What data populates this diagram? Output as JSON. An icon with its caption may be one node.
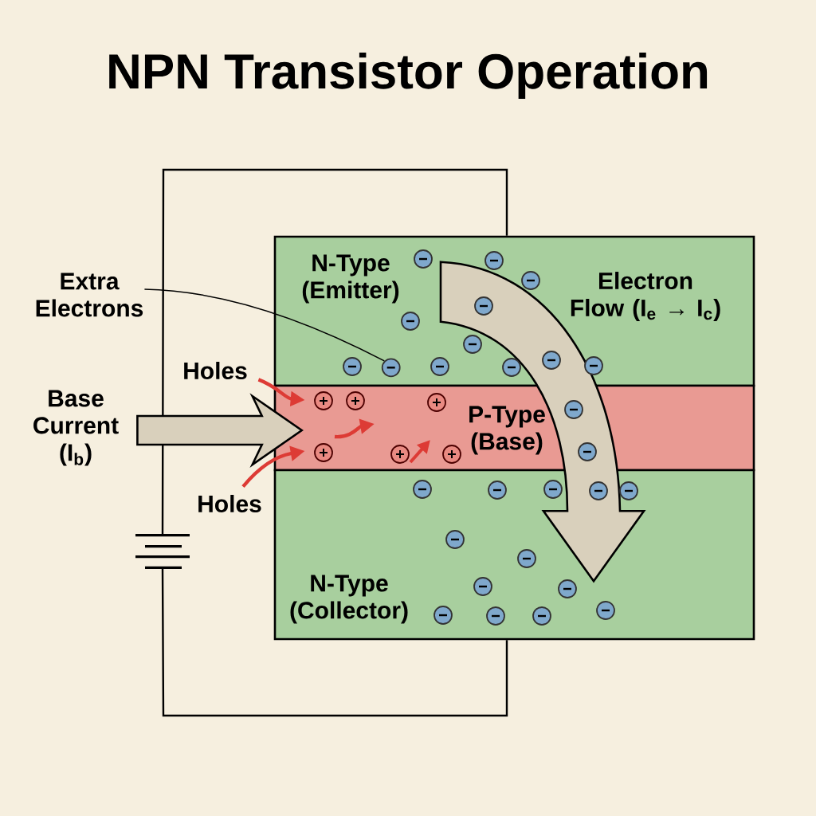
{
  "diagram": {
    "title": "NPN Transistor Operation",
    "nodes": [
      {
        "text": [
          "N-Type (Emitter)"
        ]
      },
      {
        "text": [
          "P-Type (Base)"
        ]
      },
      {
        "text": [
          "N-Type (Collector)"
        ]
      },
      {
        "text": [
          "Extra Electrons"
        ]
      },
      {
        "text": [],
        "shape": "circle",
        "in": 0
      },
      {
        "text": [
          "Holes"
        ]
      },
      {
        "text": [
          "Base Current (I$_{b}$)"
        ]
      },
      {
        "text": [
          "Holes"
        ]
      },
      {
        "text": [],
        "shape": "battery"
      }
    ],
    "edges": [
      {
        "from": 3,
        "to": 4,
        "arrow": "none",
        "color": "#000000"
      },
      {
        "from": 5,
        "to": 1,
        "arrow": "to",
        "style": "thick",
        "color": "#dd3b35"
      },
      {
        "from": 6,
        "to": 1,
        "arrow": "to",
        "style": "thick",
        "color": "#d9d0bc"
      },
      {
        "from": 7,
        "to": 1,
        "arrow": "to",
        "style": "thick",
        "color": "#dd3b35"
      },
      {
        "from": 0,
        "to": 2,
        "arrow": "to",
        "style": "thick",
        "color": "#d9d0bc"
      },
      {
        "from": 0,
        "to": 8,
        "arrow": "none"
      },
      {
        "from": 8,
        "to": 2,
        "arrow": "none"
      }
    ],
    "labels": [
      "Electron Flow (I$_{e}$ → I$_{c}$)"
    ]
  }
}
